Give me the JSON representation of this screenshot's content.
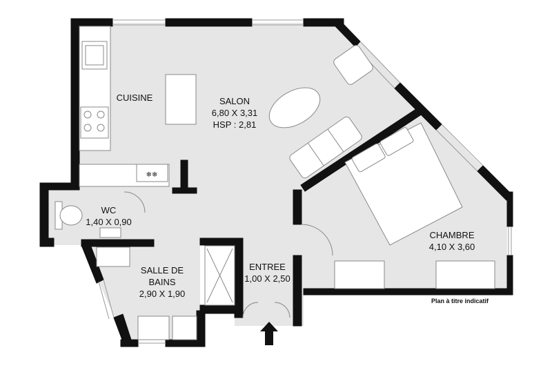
{
  "rooms": {
    "cuisine": {
      "name": "CUISINE"
    },
    "salon": {
      "name": "SALON",
      "size": "6,80 X 3,31",
      "height": "HSP : 2,81"
    },
    "chambre": {
      "name": "CHAMBRE",
      "size": "4,10 X 3,60"
    },
    "wc": {
      "name": "WC",
      "size": "1,40 X 0,90"
    },
    "salle_de_bains": {
      "name_line1": "SALLE DE",
      "name_line2": "BAINS",
      "size": "2,90 X 1,90"
    },
    "entree": {
      "name": "ENTREE",
      "size": "1,00 X 2,50"
    }
  },
  "note": "Plan à titre indicatif",
  "colors": {
    "wall": "#111111",
    "floor": "#e6e6e6",
    "furniture": "#ffffff",
    "furniture_stroke": "#888888"
  },
  "icons": [
    "entrance-arrow-icon",
    "cooktop-icon",
    "sink-icon",
    "snowflake-icon"
  ]
}
